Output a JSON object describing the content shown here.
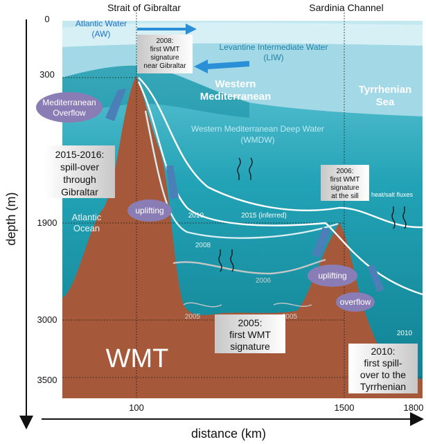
{
  "axes": {
    "y_label": "depth (m)",
    "x_label": "distance (km)",
    "y_ticks": [
      "0",
      "300",
      "1900",
      "3000",
      "3500"
    ],
    "x_ticks": [
      "100",
      "1500",
      "1800"
    ]
  },
  "locations": {
    "gibraltar": "Strait of Gibraltar",
    "sardinia": "Sardinia Channel"
  },
  "water_masses": {
    "aw": "Atlantic Water",
    "aw_abbr": "(AW)",
    "liw": "Levantine Intermediate Water",
    "liw_abbr": "(LIW)",
    "wmdw": "Western Mediterranean Deep Water",
    "wmdw_abbr": "(WMDW)"
  },
  "regions": {
    "wmed_1": "Western",
    "wmed_2": "Mediterranean",
    "tyrr_1": "Tyrrhenian",
    "tyrr_2": "Sea",
    "atl_1": "Atlantic",
    "atl_2": "Ocean",
    "wmt": "WMT"
  },
  "ovals": {
    "med_overflow_1": "Mediterranean",
    "med_overflow_2": "Overflow",
    "uplifting_left": "uplifting",
    "uplifting_right": "uplifting",
    "overflow": "overflow"
  },
  "annotations": {
    "a2008": [
      "2008:",
      "first WMT",
      "signature",
      "near Gibraltar"
    ],
    "a2015": [
      "2015-2016:",
      "spill-over",
      "through",
      "Gibraltar"
    ],
    "a2006": [
      "2006:",
      "first WMT",
      "signature",
      "at the sill"
    ],
    "a2005": [
      "2005:",
      "first WMT",
      "signature"
    ],
    "a2010": [
      "2010:",
      "first spill-",
      "over to the",
      "Tyrrhenian"
    ],
    "heat_salt": "heat/salt fluxes"
  },
  "curve_labels": {
    "c2010_left": "2010",
    "c2015": "2015 (inferred)",
    "c2008": "2008",
    "c2006": "2006",
    "c2005_left": "2005",
    "c2005_right": "2005",
    "c2010_right": "2010"
  },
  "colors": {
    "surface": "#bfe6ef",
    "sky_water": "#a5dbe8",
    "deep": "#1f9fb3",
    "ridge": "#a6593a",
    "oval": "#8a7db5",
    "arrow_blue": "#2a8fd6"
  }
}
